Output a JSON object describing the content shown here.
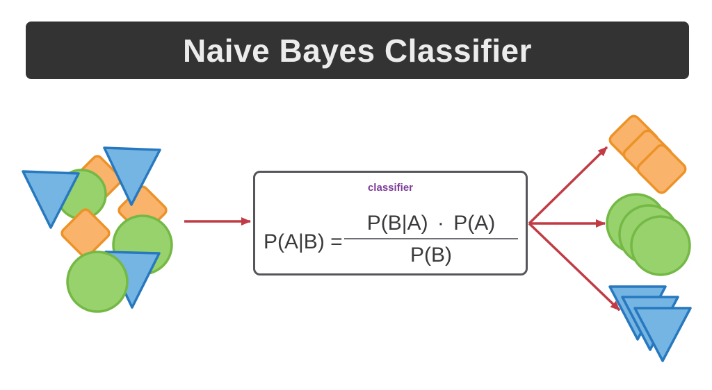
{
  "title": {
    "text": "Naive Bayes Classifier"
  },
  "classifier_box": {
    "label": "classifier",
    "formula": {
      "lhs": "P(A|B) =",
      "numerator": "P(B|A) · P(A)",
      "denominator": "P(B)"
    }
  },
  "input_cluster": {
    "shape_counts": {
      "orange_squares": 3,
      "blue_triangles": 3,
      "green_circles": 3
    }
  },
  "output_groups": [
    {
      "name": "squares-stack",
      "color": "orange",
      "count": 3
    },
    {
      "name": "circles-stack",
      "color": "green",
      "count": 3
    },
    {
      "name": "triangles-stack",
      "color": "blue",
      "count": 3
    }
  ],
  "colors": {
    "banner_bg": "#333333",
    "banner_text": "#ECECEC",
    "box_border": "#55555A",
    "formula_text": "#3A3A3C",
    "fraction_rule": "#707074",
    "classifier_label": "#7D3C98",
    "arrow": "#C13B45",
    "orange_fill": "#F9B36B",
    "orange_stroke": "#EC9227",
    "green_fill": "#97D26C",
    "green_stroke": "#74B845",
    "blue_fill": "#74B5E3",
    "blue_stroke": "#2778BE"
  }
}
